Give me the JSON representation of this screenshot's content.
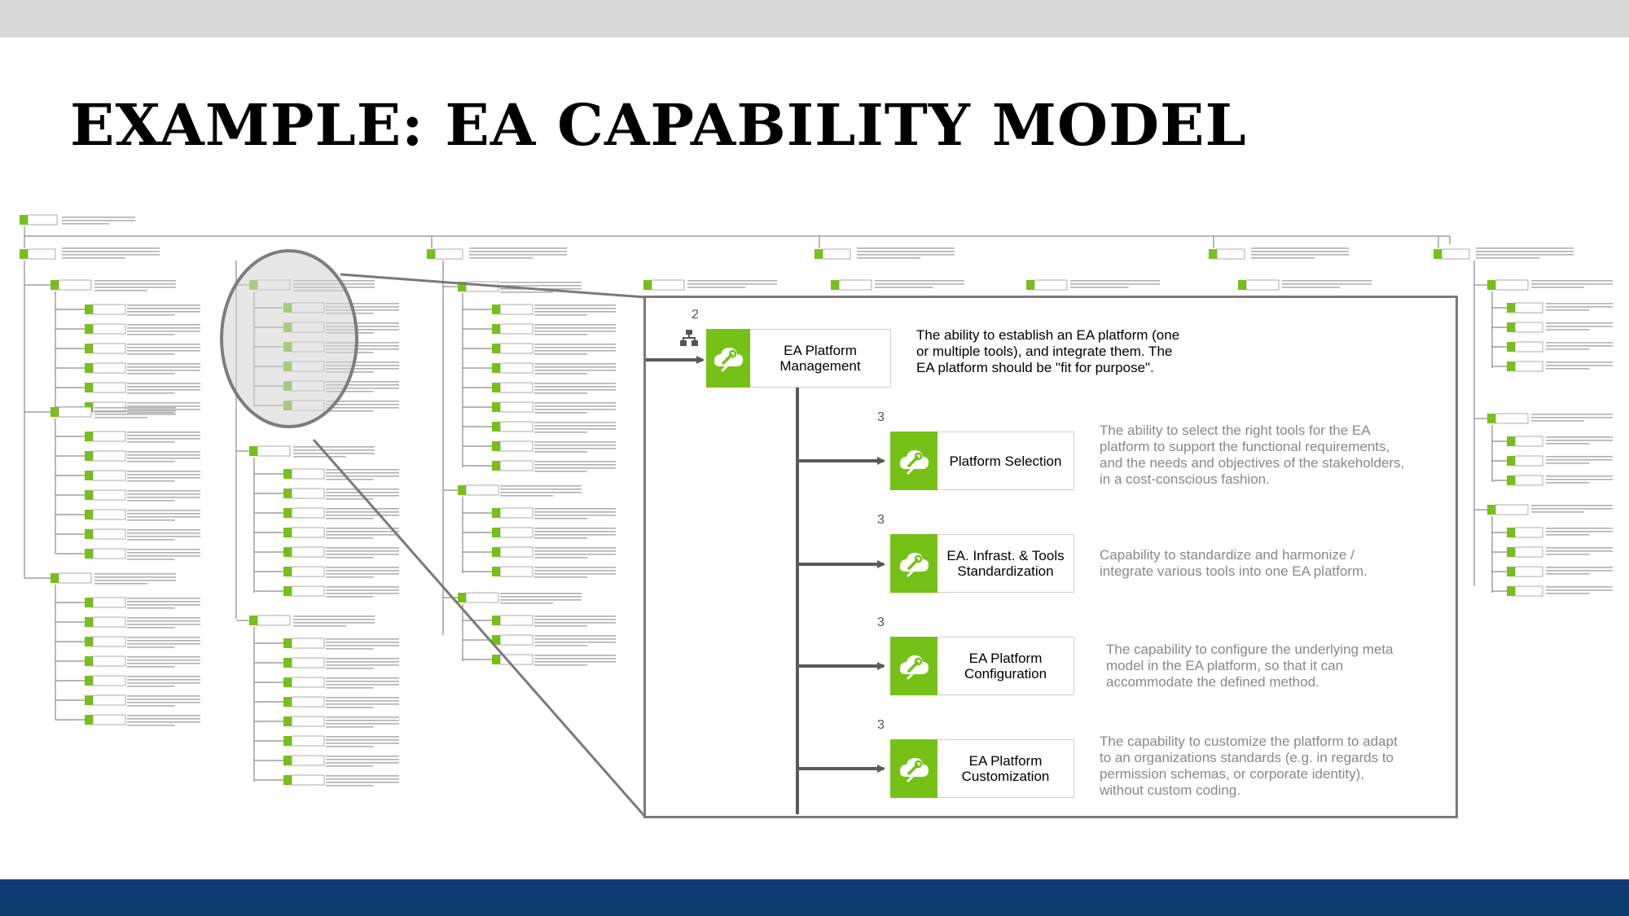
{
  "slide": {
    "title": "EXAMPLE: EA CAPABILITY MODEL",
    "colors": {
      "top_band": "#d9d9d9",
      "bottom_band": "#0b3b70",
      "accent_green": "#75c117",
      "connector": "#5a5a5a"
    }
  },
  "zoom_panel": {
    "root": {
      "level": "2",
      "label": "EA Platform Management",
      "description": "The ability to establish an EA platform (one or multiple tools), and integrate them. The EA platform should be \"fit for purpose\".",
      "icon": "cloud-tool-icon"
    },
    "children": [
      {
        "level": "3",
        "label": "Platform Selection",
        "description": "The ability to select the right tools for the EA platform to support the functional requirements, and the needs and objectives of the stakeholders, in a cost-conscious fashion.",
        "icon": "cloud-tool-icon"
      },
      {
        "level": "3",
        "label": "EA. Infrast. & Tools Standardization",
        "description": "Capability to standardize and harmonize / integrate various tools into one EA platform.",
        "icon": "cloud-tool-icon"
      },
      {
        "level": "3",
        "label": "EA Platform Configuration",
        "description": "The capability to configure the underlying meta model in the EA platform, so that it can accommodate the defined method.",
        "icon": "cloud-tool-icon"
      },
      {
        "level": "3",
        "label": "EA Platform Customization",
        "description": "The capability to customize the platform to adapt to an organizations standards (e.g. in regards to permission schemas, or corporate identity), without custom coding.",
        "icon": "cloud-tool-icon"
      }
    ]
  }
}
